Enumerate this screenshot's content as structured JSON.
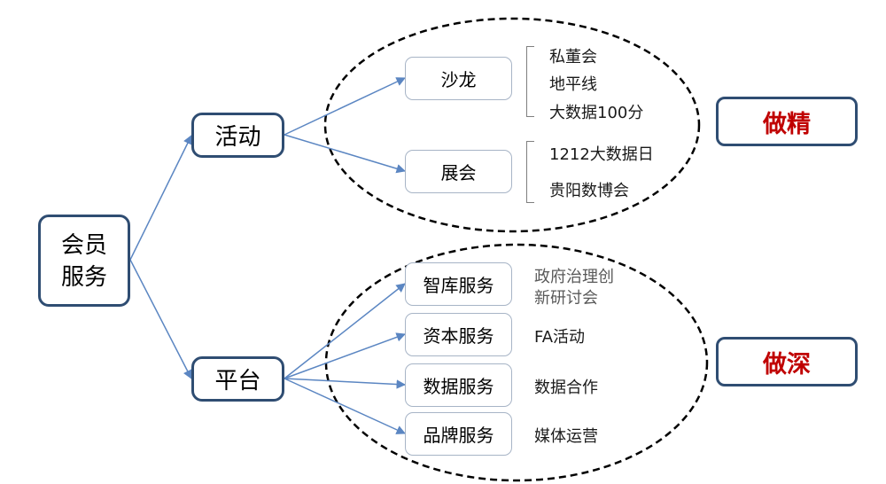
{
  "root": {
    "line1": "会员",
    "line2": "服务"
  },
  "branches": {
    "activity": "活动",
    "platform": "平台"
  },
  "activity_children": {
    "salon": {
      "label": "沙龙",
      "items": [
        "私董会",
        "地平线",
        "大数据100分"
      ]
    },
    "expo": {
      "label": "展会",
      "items": [
        "1212大数据日",
        "贵阳数博会"
      ]
    }
  },
  "platform_children": [
    {
      "label": "智库服务",
      "detail_line1": "政府治理创",
      "detail_line2": "新研讨会"
    },
    {
      "label": "资本服务",
      "detail": "FA活动"
    },
    {
      "label": "数据服务",
      "detail": "数据合作"
    },
    {
      "label": "品牌服务",
      "detail": "媒体运营"
    }
  ],
  "tags": {
    "top": "做精",
    "bottom": "做深"
  },
  "colors": {
    "arrow": "#5b86c2",
    "node_border": "#2f4d72",
    "tag_text": "#c00000"
  }
}
